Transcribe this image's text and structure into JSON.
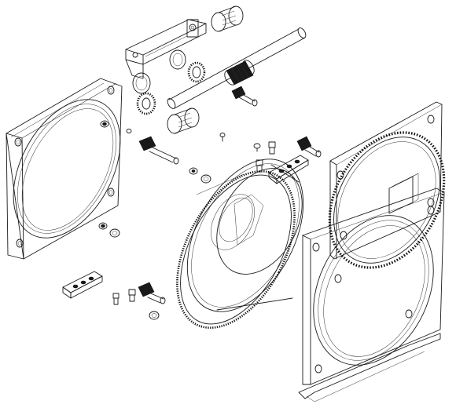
{
  "drawing": {
    "style": "exploded assembly view, black line art on white background",
    "colors": {
      "background": "#ffffff",
      "line": "#1a1a1a"
    },
    "parts": [
      "left-side-plate",
      "right-side-plate",
      "ring-gear-drum",
      "large-spur-gear",
      "drive-shaft",
      "worm-screw",
      "motor-bracket",
      "roller-bearing",
      "pinion-gear",
      "guide-clips",
      "screws-and-nuts"
    ]
  }
}
